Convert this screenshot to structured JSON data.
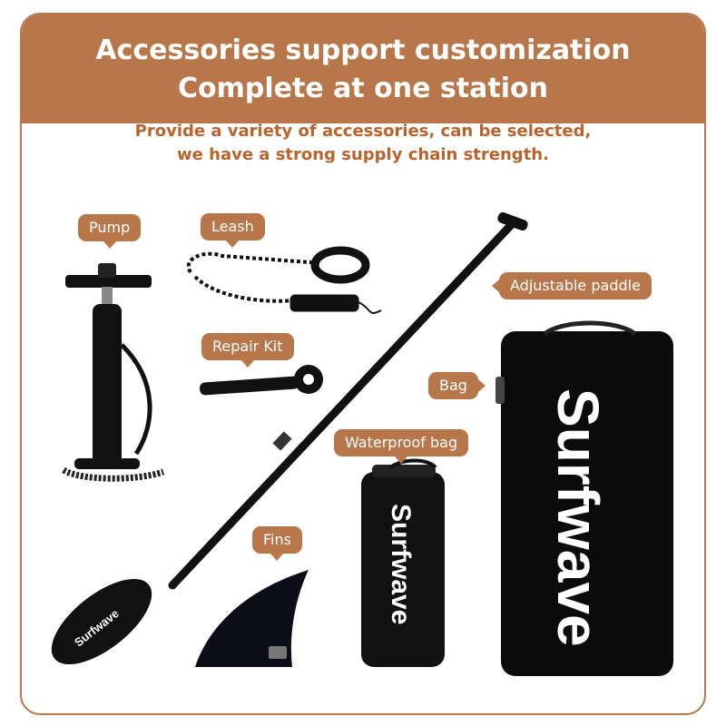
{
  "header": {
    "title_line1": "Accessories support customization",
    "title_line2": "Complete at one station"
  },
  "subtitle": {
    "line1": "Provide a variety of accessories, can be selected,",
    "line2": "we have a strong supply chain strength."
  },
  "labels": {
    "pump": "Pump",
    "leash": "Leash",
    "repair_kit": "Repair Kit",
    "adjustable_paddle": "Adjustable paddle",
    "bag": "Bag",
    "waterproof_bag": "Waterproof bag",
    "fins": "Fins"
  },
  "brand": {
    "name": "Surfwave"
  },
  "colors": {
    "accent": "#b8774a",
    "subtitle_text": "#b8642c",
    "product": "#111111"
  }
}
